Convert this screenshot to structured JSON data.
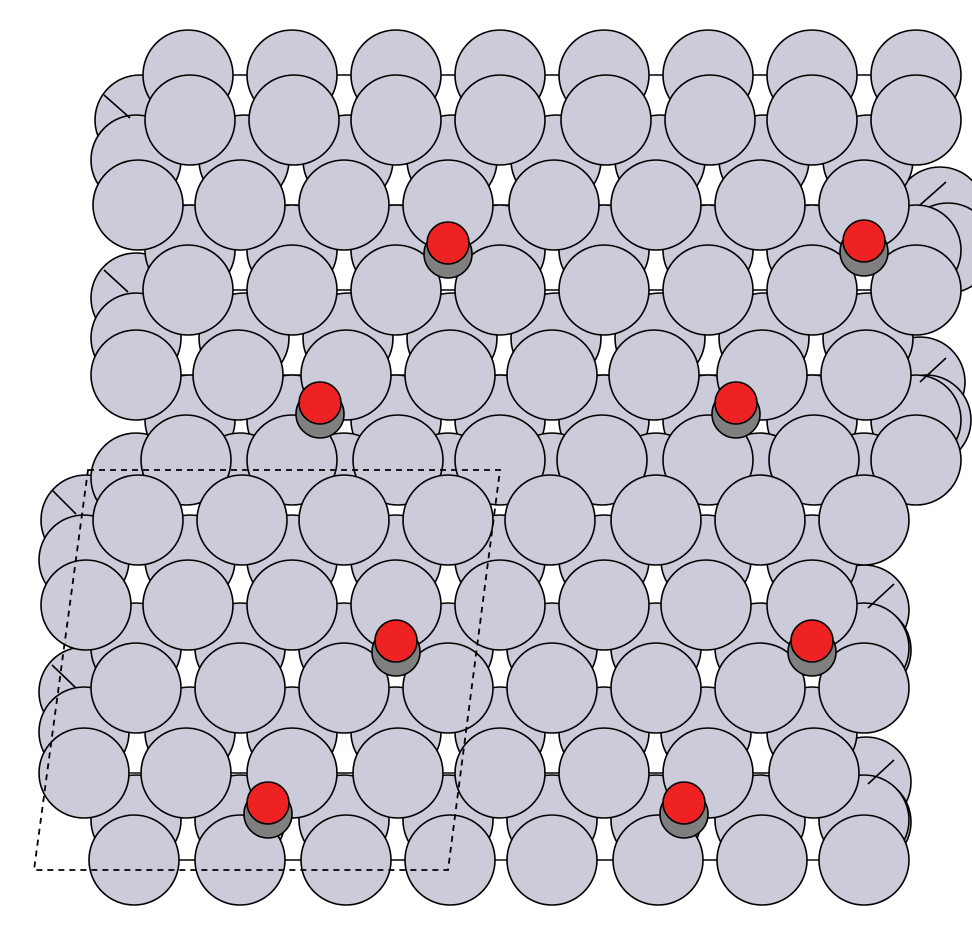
{
  "figure": {
    "kind": "surface slab with adsorbates, top view",
    "colors": {
      "background": "#ffffff",
      "surface_atom_fill": "#cbcbd9",
      "atom_stroke": "#000000",
      "adsorbate_top_fill": "#ee2222",
      "adsorbate_base_fill": "#7f7f7f",
      "unit_cell_stroke": "#000000"
    },
    "unit_cell_style": "dashed",
    "surface_atom_count_visible": 150,
    "adsorbate_count_visible": 8
  }
}
